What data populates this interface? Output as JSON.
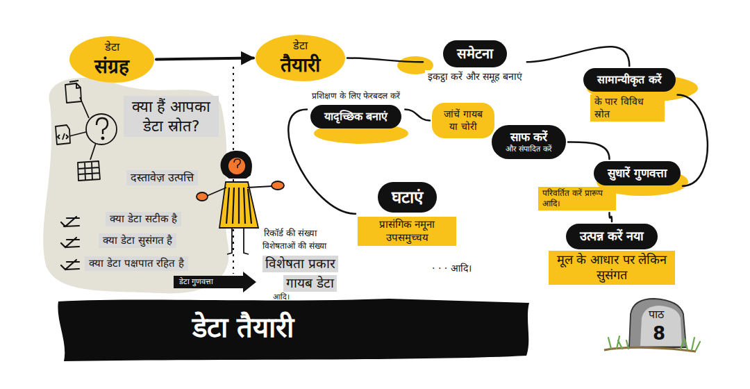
{
  "diagram": {
    "title": "डेटा तैयारी",
    "nodes": [
      {
        "text": [
          "डेटा",
          "संग्रह"
        ]
      },
      {
        "text": [
          "डेटा",
          "तैयारी"
        ]
      },
      {
        "text": [
          "समेटना",
          "इकट्ठा करें और समूह बनाएं"
        ]
      },
      {
        "text": [
          "सामान्यीकृत करें",
          "के पार विविध स्रोत"
        ]
      },
      {
        "text": [
          "प्रशिक्षण के लिए फेरबदल करें",
          "यादृच्छिक बनाएं"
        ]
      },
      {
        "text": [
          "जांचें गायब या चोरी"
        ]
      },
      {
        "text": [
          "साफ करें",
          "और संपादित करें"
        ]
      },
      {
        "text": [
          "सुधारें गुणवत्ता",
          "परिवर्तित करें प्रारूप आदि।"
        ]
      },
      {
        "text": [
          "घटाएं",
          "प्रासंगिक नमूना उपसमुच्चय"
        ]
      },
      {
        "text": [
          "उत्पन्न करें नया",
          "मूल के आधार पर लेकिन सुसंगत"
        ]
      }
    ],
    "edges": [
      {
        "from": 0,
        "to": 1,
        "arrow": "to"
      },
      {
        "from": 1,
        "to": 2,
        "arrow": "none"
      },
      {
        "from": 2,
        "to": 3,
        "arrow": "none"
      },
      {
        "from": 3,
        "to": 7,
        "arrow": "none"
      },
      {
        "from": 7,
        "to": 9,
        "arrow": "none"
      },
      {
        "from": 4,
        "to": 5,
        "arrow": "none"
      },
      {
        "from": 4,
        "to": 8,
        "arrow": "none"
      },
      {
        "from": 6,
        "to": 7,
        "arrow": "none"
      }
    ],
    "labels": [
      "क्या हैं आपका डेटा स्रोत?",
      "दस्तावेज़ उत्पत्ति",
      "क्या डेटा सटीक है",
      "क्या डेटा सुसंगत है",
      "क्या डेटा पक्षपात रहित है",
      "डेटा गुणवत्ता",
      "रिकॉर्ड की संख्या",
      "विशेषताओं की संख्या",
      "विशेषता प्रकार",
      "गायब डेटा",
      "आदि।",
      "· · · आदि।",
      "पाठ",
      "8"
    ]
  }
}
